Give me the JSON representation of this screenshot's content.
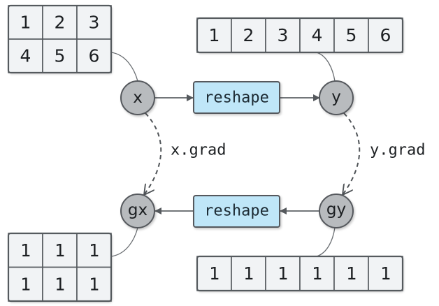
{
  "diagram": {
    "nodes": {
      "x": {
        "label": "x"
      },
      "y": {
        "label": "y"
      },
      "gx": {
        "label": "gx"
      },
      "gy": {
        "label": "gy"
      }
    },
    "functions": {
      "forward": {
        "label": "reshape"
      },
      "backward": {
        "label": "reshape"
      }
    },
    "edge_labels": {
      "x_grad": "x.grad",
      "y_grad": "y.grad"
    },
    "arrays": {
      "x_data": {
        "shape": [
          2,
          3
        ],
        "values": [
          [
            "1",
            "2",
            "3"
          ],
          [
            "4",
            "5",
            "6"
          ]
        ]
      },
      "y_data": {
        "shape": [
          6
        ],
        "values": [
          [
            "1",
            "2",
            "3",
            "4",
            "5",
            "6"
          ]
        ]
      },
      "gx_data": {
        "shape": [
          2,
          3
        ],
        "values": [
          [
            "1",
            "1",
            "1"
          ],
          [
            "1",
            "1",
            "1"
          ]
        ]
      },
      "gy_data": {
        "shape": [
          6
        ],
        "values": [
          [
            "1",
            "1",
            "1",
            "1",
            "1",
            "1"
          ]
        ]
      }
    },
    "colors": {
      "node_fill": "#b8bbbe",
      "function_fill": "#bfe6f8",
      "cell_fill": "#f1f3f5",
      "stroke": "#55595d"
    }
  }
}
